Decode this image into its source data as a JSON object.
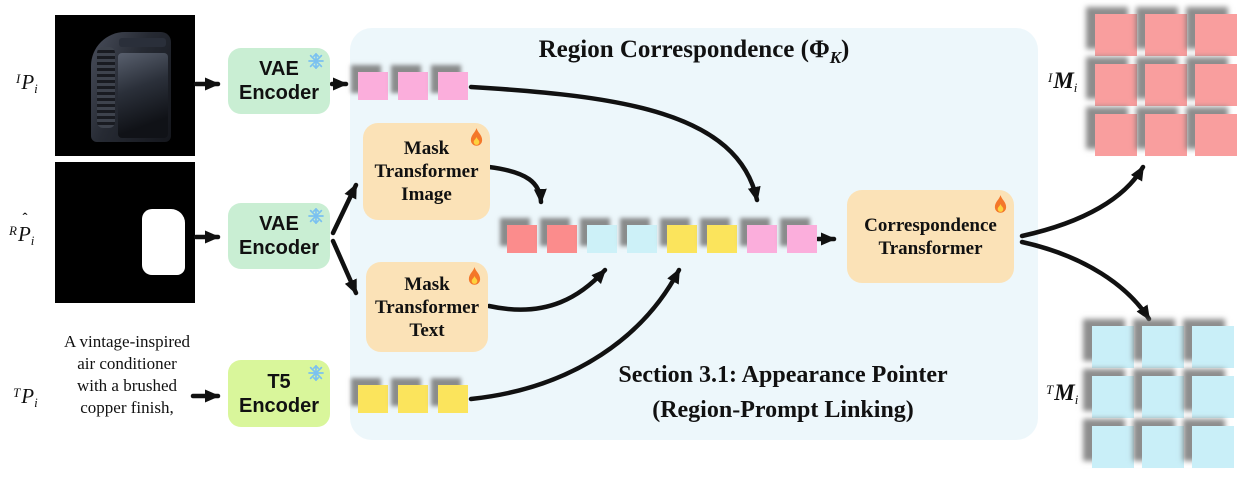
{
  "colors": {
    "red": "#FB8C8C",
    "grid_red": "#F99E9E",
    "cyan": "#CDF1F8",
    "grid_cyan": "#C9EFF8",
    "yellow": "#FBE45C",
    "pink": "#FBAEDC",
    "green": "#C9EED3",
    "lime": "#D9F69B",
    "orange": "#FBE2B7",
    "panel_bg": "#EDF7FB",
    "arrow": "#111111",
    "snowflake_blue": "#7BC1F0",
    "flame_orange": "#F4772A"
  },
  "labels": {
    "input_image": {
      "sup": "I",
      "base": "P",
      "sub": "i"
    },
    "input_mask": {
      "sup": "R",
      "base": "P",
      "hat": "ˆ",
      "sub": "i"
    },
    "input_text": {
      "sup": "T",
      "base": "P",
      "sub": "i"
    },
    "output_image": {
      "sup": "I",
      "base": "M",
      "sub": "i"
    },
    "output_text": {
      "sup": "T",
      "base": "M",
      "sub": "i"
    }
  },
  "prompt": "A vintage-inspired air conditioner with a brushed copper finish,",
  "panel": {
    "title_prefix": "Region Correspondence (Φ",
    "title_sub": "K",
    "title_suffix": ")",
    "caption_line1": "Section 3.1: Appearance Pointer",
    "caption_line2": "(Region-Prompt Linking)"
  },
  "boxes": {
    "vae1": {
      "line1": "VAE",
      "line2": "Encoder",
      "icon": "snowflake"
    },
    "vae2": {
      "line1": "VAE",
      "line2": "Encoder",
      "icon": "snowflake"
    },
    "t5": {
      "line1": "T5",
      "line2": "Encoder",
      "icon": "snowflake"
    },
    "mt_image": {
      "line1": "Mask",
      "line2": "Transformer",
      "line3": "Image",
      "icon": "fire"
    },
    "mt_text": {
      "line1": "Mask",
      "line2": "Transformer",
      "line3": "Text",
      "icon": "fire"
    },
    "corr": {
      "line1": "Correspondence",
      "line2": "Transformer",
      "icon": "fire"
    }
  },
  "tokens": {
    "top_pink": [
      "pink",
      "pink",
      "pink"
    ],
    "bottom_yellow": [
      "yellow",
      "yellow",
      "yellow"
    ],
    "central": [
      "red",
      "red",
      "cyan",
      "cyan",
      "yellow",
      "yellow",
      "pink",
      "pink"
    ],
    "grid_image": [
      "grid_red",
      "grid_red",
      "grid_red",
      "grid_red",
      "grid_red",
      "grid_red",
      "grid_red",
      "grid_red",
      "grid_red"
    ],
    "grid_text": [
      "grid_cyan",
      "grid_cyan",
      "grid_cyan",
      "grid_cyan",
      "grid_cyan",
      "grid_cyan",
      "grid_cyan",
      "grid_cyan",
      "grid_cyan"
    ]
  }
}
